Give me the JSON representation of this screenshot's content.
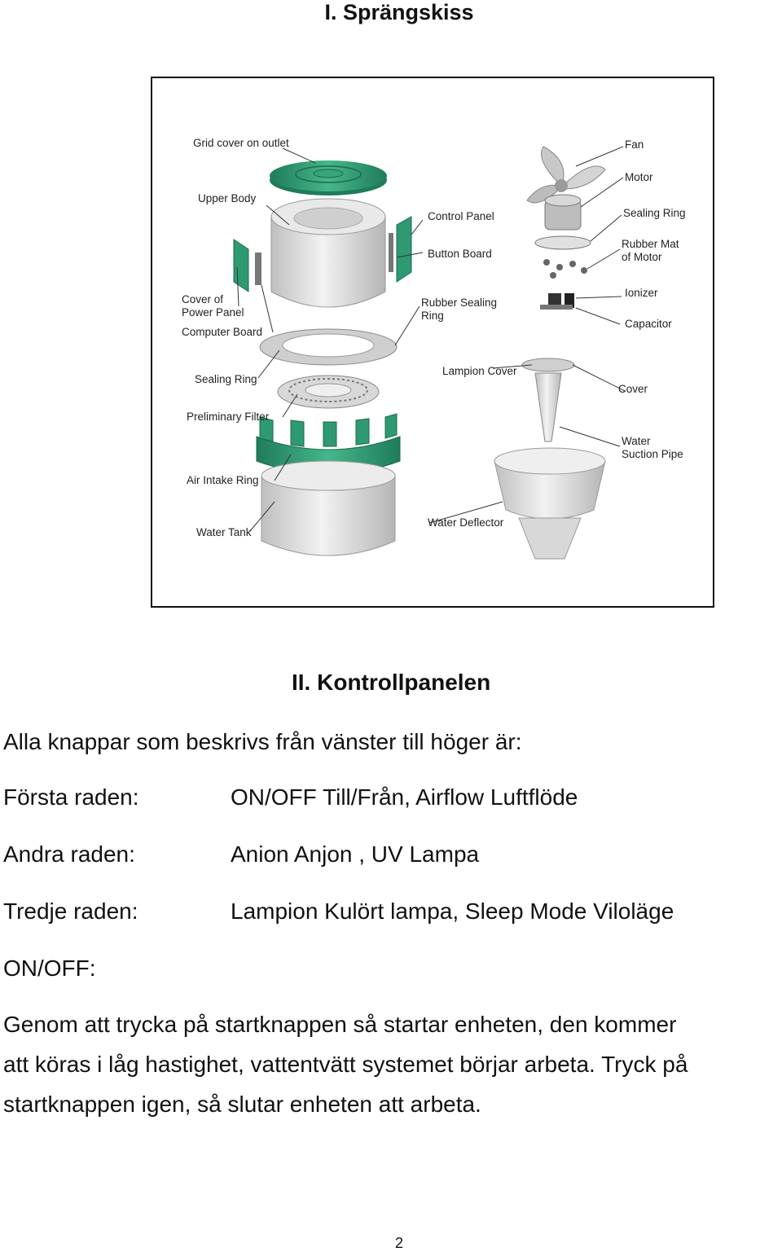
{
  "section1": {
    "heading": "I. Sprängskiss"
  },
  "diagram": {
    "labels": {
      "grid_cover": "Grid cover on outlet",
      "upper_body": "Upper Body",
      "cover_power_panel_1": "Cover of",
      "cover_power_panel_2": "Power Panel",
      "computer_board": "Computer Board",
      "sealing_ring_left": "Sealing Ring",
      "preliminary_filter": "Preliminary Filter",
      "air_intake_ring": "Air Intake Ring",
      "water_tank": "Water Tank",
      "control_panel": "Control Panel",
      "button_board": "Button Board",
      "rubber_sealing_ring_1": "Rubber Sealing",
      "rubber_sealing_ring_2": "Ring",
      "lampion_cover": "Lampion Cover",
      "water_deflector": "Water Deflector",
      "fan": "Fan",
      "motor": "Motor",
      "sealing_ring_right": "Sealing Ring",
      "rubber_mat_1": "Rubber Mat",
      "rubber_mat_2": "of Motor",
      "ionizer": "Ionizer",
      "capacitor": "Capacitor",
      "cover": "Cover",
      "water_suction_1": "Water",
      "water_suction_2": "Suction Pipe"
    },
    "colors": {
      "green": "#2f9a72",
      "body": "#dcdcdc",
      "line": "#333333"
    }
  },
  "section2": {
    "heading": "II. Kontrollpanelen",
    "intro": "Alla knappar som beskrivs från vänster till höger är:",
    "rows": [
      {
        "label": "Första raden:",
        "value": "ON/OFF Till/Från, Airflow Luftflöde"
      },
      {
        "label": "Andra raden:",
        "value": "Anion Anjon , UV Lampa"
      },
      {
        "label": "Tredje raden:",
        "value": "Lampion Kulört lampa, Sleep Mode Viloläge"
      }
    ],
    "onoff_heading": "ON/OFF:",
    "onoff_lines": [
      "Genom att trycka på startknappen så startar enheten, den kommer",
      "att köras i låg hastighet, vattentvätt systemet börjar arbeta. Tryck på",
      "startknappen igen, så slutar enheten att arbeta."
    ]
  },
  "page_number": "2"
}
